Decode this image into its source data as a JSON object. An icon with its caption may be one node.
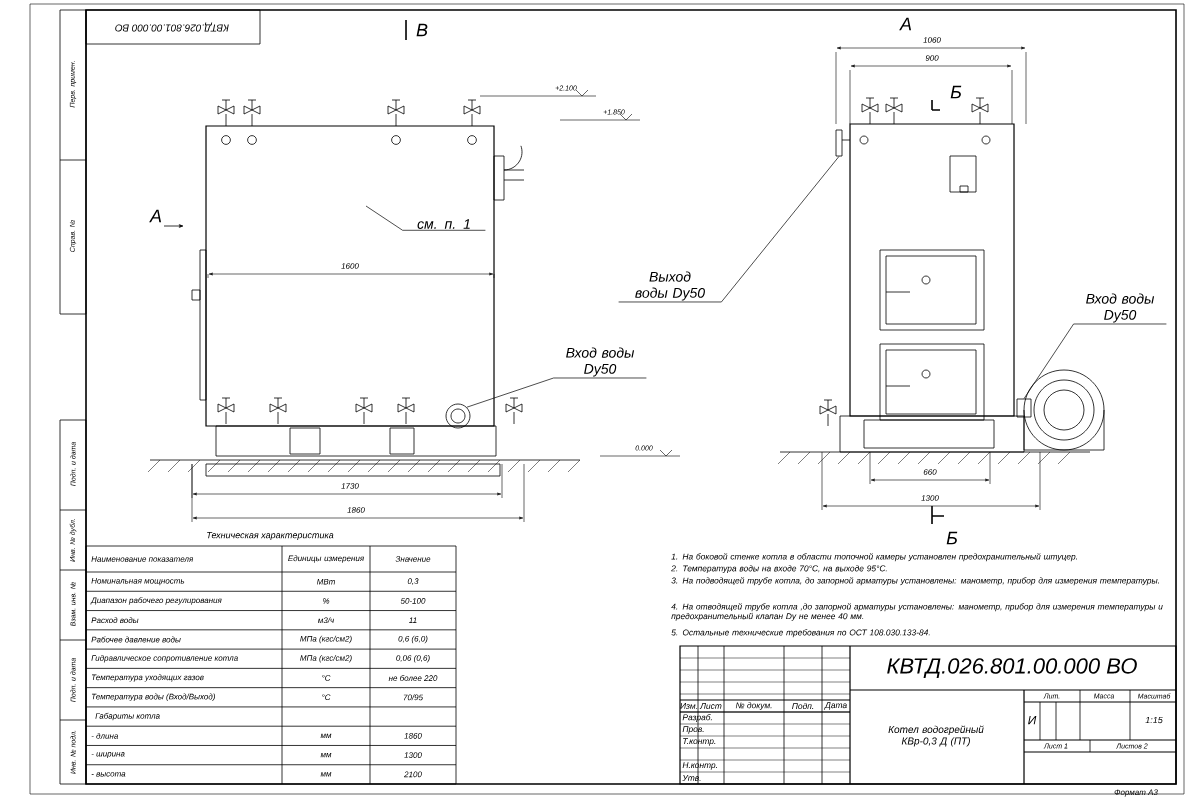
{
  "diagram": {
    "nodes": [
      {
        "text": [
          "см. п. 1"
        ]
      },
      {
        "text": [
          "Вход воды Dy50"
        ]
      },
      {
        "text": [
          "Выход воды Dy50"
        ]
      },
      {
        "text": [
          "Вход воды Dy50"
        ]
      },
      {
        "text": [],
        "shape": "circle"
      },
      {
        "text": [],
        "shape": "box"
      },
      {
        "text": [],
        "shape": "box"
      }
    ],
    "edges": [
      {
        "from": 0,
        "to": null,
        "arrow": "none"
      },
      {
        "from": 1,
        "to": 4,
        "arrow": "none"
      },
      {
        "from": 2,
        "to": 5,
        "arrow": "none"
      },
      {
        "from": 3,
        "to": 6,
        "arrow": "none"
      }
    ],
    "labels": [
      "КВТД.026.801.00.000 ВО",
      "В",
      "А",
      "+2.100",
      "+1.850",
      "1600",
      "0.000",
      "1730",
      "1860",
      "А",
      "1060",
      "900",
      "Б",
      "660",
      "1300",
      "Б",
      "Техническая характеристика",
      "Наименование показателя",
      "Единицы измерения",
      "Значение",
      "Номинальная мощность",
      "МВт",
      "0,3",
      "Диапазон рабочего регулирования",
      "%",
      "50-100",
      "Расход воды",
      "м3/ч",
      "11",
      "Рабочее давление воды",
      "МПа (кгс/см2)",
      "0,6 (6,0)",
      "Гидравлическое сопротивление котла",
      "МПа (кгс/см2)",
      "0,06 (0,6)",
      "Температура уходящих газов",
      "°C",
      "не более 220",
      "Температура воды (Вход/Выход)",
      "°C",
      "70/95",
      "Габариты котла",
      "- длина",
      "мм",
      "1860",
      "- ширина",
      "мм",
      "1300",
      "- высота",
      "мм",
      "2100",
      "1. На боковой стенке котла в области топочной камеры установлен предохранительный штуцер.",
      "2. Температура воды на входе 70°C, на выходе 95°C.",
      "3. На подводящей трубе котла, до запорной арматуры установлены: манометр, прибор для измерения температуры.",
      "4. На отводящей трубе котла ,до запорной арматуры установлены: манометр, прибор для измерения температуры и предохранительный клапан Dу не менее 40 мм.",
      "5. Остальные технические требования по ОСТ 108.030.133-84.",
      "КВТД.026.801.00.000 ВО",
      "Котел водогрейный КВр-0,3 Д (ПТ)",
      "Лит.",
      "Масса",
      "Масштаб",
      "И",
      "1:15",
      "Лист 1",
      "Листов 2",
      "Изм.",
      "Лист",
      "№ докум.",
      "Подп.",
      "Дата",
      "Разраб.",
      "Пров.",
      "Т.контр.",
      "Н.контр.",
      "Утв.",
      "Формат А3",
      "Перв. примен.",
      "Справ. №",
      "Подп. и дата",
      "Инв. № дубл.",
      "Взам. инв. №",
      "Подп. и дата",
      "Инв. № подл."
    ]
  }
}
